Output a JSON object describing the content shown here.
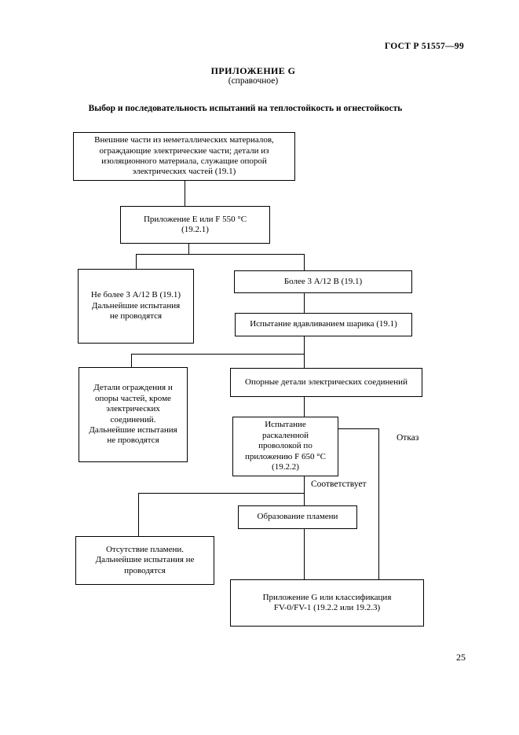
{
  "page": {
    "header": "ГОСТ Р 51557—99",
    "appendix_title": "ПРИЛОЖЕНИЕ G",
    "appendix_subtitle": "(справочное)",
    "diagram_title": "Выбор и последовательность испытаний на теплостойкость и огнестойкость",
    "page_number": "25"
  },
  "flowchart": {
    "boxes": [
      {
        "id": "external-parts",
        "text": "Внешние части из неметаллических материалов,\nограждающие электрические части; детали из\nизоляционного материала, служащие опорой\nэлектрических частей (19.1)"
      },
      {
        "id": "appendix-e-f-550",
        "text": "Приложение Е или F 550 °С\n(19.2.1)"
      },
      {
        "id": "not-more-3a-12v",
        "text": "Не более 3 А/12 В (19.1)\nДальнейшие испытания\nне проводятся"
      },
      {
        "id": "more-3a-12v",
        "text": "Более 3 А/12 В (19.1)"
      },
      {
        "id": "ball-pressure-test",
        "text": "Испытание вдавливанием шарика (19.1)"
      },
      {
        "id": "enclosure-parts",
        "text": "Детали ограждения и\nопоры частей, кроме\nэлектрических\nсоединений.\nДальнейшие испытания\nне проводятся"
      },
      {
        "id": "support-parts",
        "text": "Опорные детали электрических соединений"
      },
      {
        "id": "glow-wire-test",
        "text": "Испытание\nраскаленной\nпроволокой по\nприложению  F 650 °С\n(19.2.2)"
      },
      {
        "id": "flame-formation",
        "text": "Образование пламени"
      },
      {
        "id": "no-flame",
        "text": "Отсутствие пламени.\nДальнейшие испытания не\nпроводятся"
      },
      {
        "id": "appendix-g-classification",
        "text": "Приложение G или классификация\nFV-0/FV-1 (19.2.2 или 19.2.3)"
      }
    ],
    "edge_labels": {
      "fail": "Отказ",
      "pass": "Соответствует"
    }
  }
}
